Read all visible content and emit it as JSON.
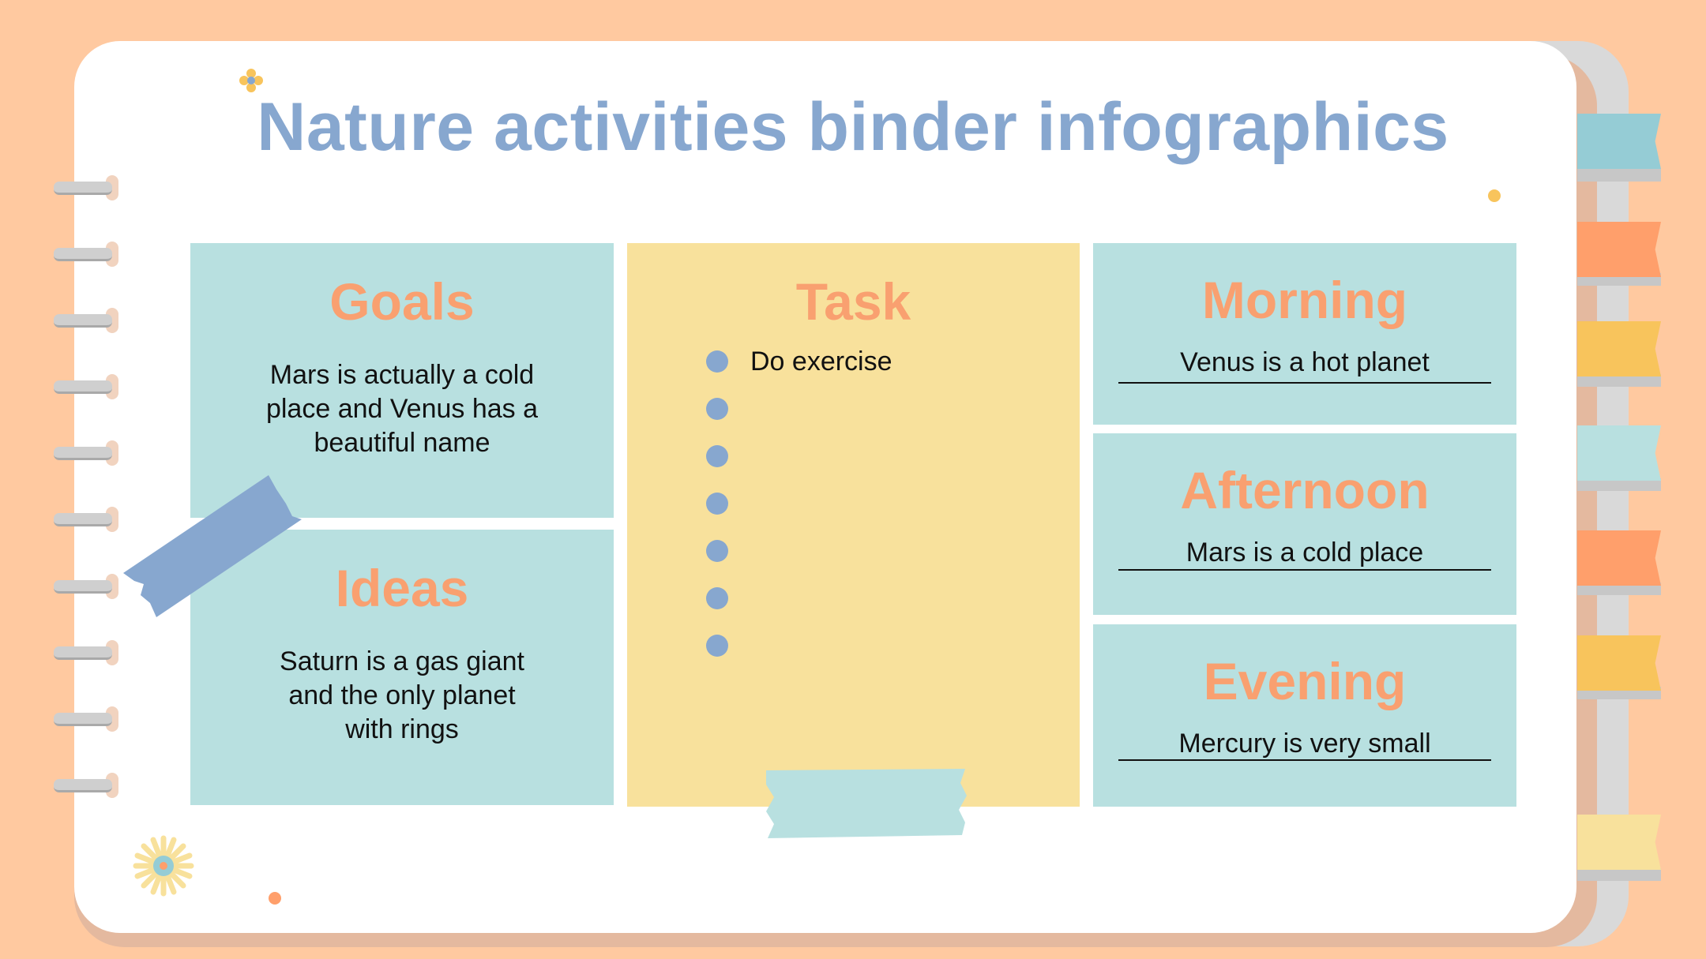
{
  "title": "Nature activities binder infographics",
  "colors": {
    "background": "#FFC9A0",
    "title": "#87A7CF",
    "heading": "#F9A070",
    "teal_card": "#B8E0E0",
    "yellow_card": "#F8E19C",
    "bullet": "#87A7CF"
  },
  "goals": {
    "heading": "Goals",
    "text": "Mars is actually a cold place and Venus has a beautiful name"
  },
  "ideas": {
    "heading": "Ideas",
    "text": "Saturn is a gas giant and the only planet with rings"
  },
  "task": {
    "heading": "Task",
    "items": [
      "Do exercise",
      "",
      "",
      "",
      "",
      "",
      ""
    ]
  },
  "schedule": {
    "morning": {
      "heading": "Morning",
      "text": "Venus is a hot planet"
    },
    "afternoon": {
      "heading": "Afternoon",
      "text": "Mars is a cold place"
    },
    "evening": {
      "heading": "Evening",
      "text": "Mercury is very small"
    }
  },
  "tabs": [
    "#95CCD5",
    "#FF9F6B",
    "#F8C45C",
    "#B8E0E0",
    "#FF9F6B",
    "#F8C45C",
    "#F8E19C"
  ],
  "icons": [
    "flower-icon",
    "sun-flower-icon",
    "binder-ring-icon",
    "washi-tape-icon"
  ]
}
